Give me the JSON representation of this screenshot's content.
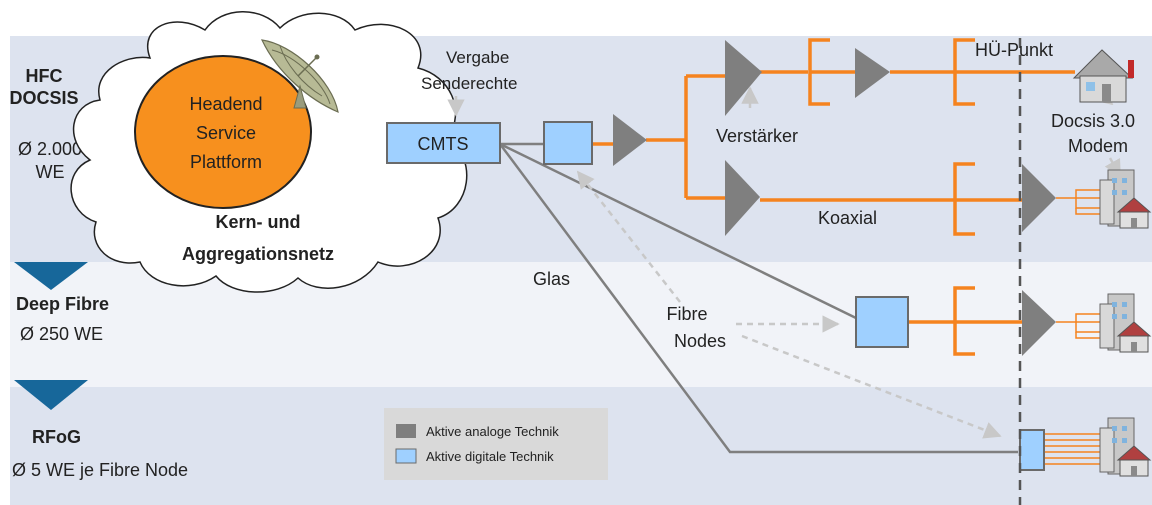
{
  "sections": [
    {
      "title_line1": "HFC",
      "title_line2": "DOCSIS",
      "size_line1": "Ø 2.000",
      "size_line2": "WE"
    },
    {
      "title": "Deep Fibre",
      "size": "Ø 250 WE"
    },
    {
      "title": "RFoG",
      "size": "Ø 5 WE  je Fibre Node"
    }
  ],
  "cloud": {
    "headend_line1": "Headend",
    "headend_line2": "Service",
    "headend_line3": "Plattform",
    "core_line1": "Kern- und",
    "core_line2": "Aggregationsnetz"
  },
  "labels": {
    "vergabe_line1": "Vergabe",
    "vergabe_line2": "Senderechte",
    "cmts": "CMTS",
    "verstaerker": "Verstärker",
    "koaxial": "Koaxial",
    "glas": "Glas",
    "fibre_nodes_line1": "Fibre",
    "fibre_nodes_line2": "Nodes",
    "hue_punkt": "HÜ-Punkt",
    "modem_line1": "Docsis 3.0",
    "modem_line2": "Modem"
  },
  "legend": {
    "items": [
      {
        "label": "Aktive analoge Technik",
        "color": "#7f7f7f"
      },
      {
        "label": "Aktive digitale Technik",
        "color": "#9fd0ff"
      }
    ]
  },
  "colors": {
    "band": "#dde3ef",
    "band_light": "#f1f3f8",
    "orange": "#f5831f",
    "headend": "#f7901e",
    "gray": "#7f7f7f",
    "digital": "#9fd0ff",
    "arrow_blue": "#17679a",
    "dashed_arrow": "#c8c8c8"
  }
}
